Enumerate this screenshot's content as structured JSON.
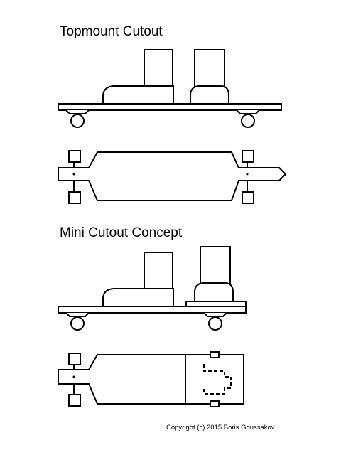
{
  "sections": [
    {
      "title": "Topmount Cutout"
    },
    {
      "title": "Mini Cutout Concept"
    }
  ],
  "copyright": "Copyright (c) 2015 Boris Goussakov",
  "colors": {
    "line": "#000000",
    "background": "#ffffff"
  }
}
